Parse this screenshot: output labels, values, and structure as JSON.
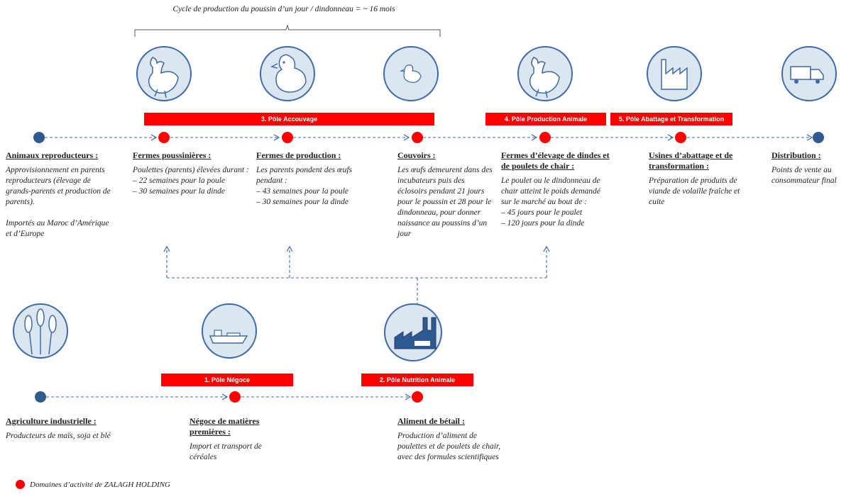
{
  "cycle_label": "Cycle de production du poussin d’un jour / dindonneau  = ~ 16 mois",
  "colors": {
    "active": "#ff0000",
    "base": "#2e5a91",
    "icon_stroke": "#3c6aa8",
    "icon_fill": "#dce6f1"
  },
  "poles": {
    "p1": "1. Pôle Négoce",
    "p2": "2. Pôle Nutrition Animale",
    "p3": "3. Pôle Accouvage",
    "p4": "4. Pôle Production Animale",
    "p5": "5. Pôle Abattage  et Transformation"
  },
  "icons": {
    "chicken_1": "chicken-icon",
    "hen": "hen-icon",
    "chick": "chick-icon",
    "chicken_2": "chicken-icon",
    "factory": "factory-icon",
    "truck": "truck-icon",
    "wheat": "wheat-icon",
    "ship": "ship-icon",
    "feed_factory": "factory-icon"
  },
  "steps": {
    "s1": {
      "title": "Animaux reproducteurs :",
      "body": "Approvisionnement en parents reproducteurs (élevage de grands-parents et production de parents).\n\nImportés au Maroc d’Amérique et d’Europe"
    },
    "s2": {
      "title": "Fermes poussinières :",
      "body": "Poulettes (parents) élevées durant :\n– 22 semaines pour la poule\n– 30 semaines pour la dinde"
    },
    "s3": {
      "title": "Fermes de production :",
      "body": "Les parents pondent des œufs pendant :\n– 43 semaines pour la poule\n– 30 semaines pour la dinde"
    },
    "s4": {
      "title": "Couvoirs :",
      "body": "Les œufs demeurent dans des incubateurs puis des éclosoirs pendant 21 jours pour le poussin et 28 pour le dindonneau, pour donner naissance au poussins d’un jour"
    },
    "s5": {
      "title": "Fermes d’élevage de dindes et de poulets de chair :",
      "body": "Le poulet ou le dindonneau de chair atteint le poids demandé sur le marché au bout de :\n– 45 jours pour le poulet\n– 120 jours pour la dinde"
    },
    "s6": {
      "title": "Usines d’abattage et de transformation :",
      "body": "Préparation de produits de viande de volaille fraîche et cuite"
    },
    "s7": {
      "title": "Distribution :",
      "body": "Points de vente au consommateur final"
    },
    "b1": {
      "title": "Agriculture industrielle :",
      "body": "Producteurs de maïs, soja et blé"
    },
    "b2": {
      "title": "Négoce de matières premières :",
      "body": "Import et transport de céréales"
    },
    "b3": {
      "title": "Aliment de bétail :",
      "body": "Production d’aliment de poulettes et de poulets de chair, avec des formules scientifiques"
    }
  },
  "legend": "Domaines d’activité de ZALAGH HOLDING"
}
